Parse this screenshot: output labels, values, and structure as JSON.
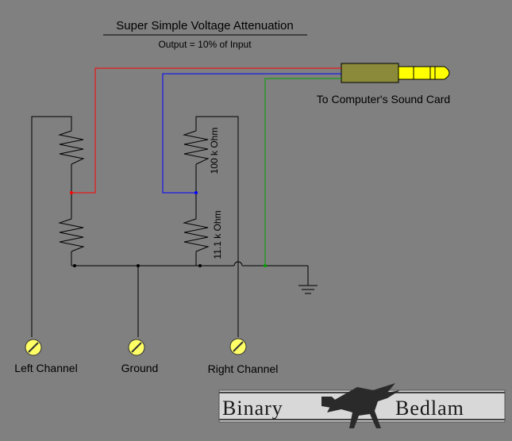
{
  "diagram": {
    "title": "Super Simple Voltage Attenuation",
    "subtitle": "Output = 10% of Input",
    "jack_label": "To Computer's Sound Card",
    "resistor_top_label": "100 k Ohm",
    "resistor_bottom_label": "11.1 k Ohm",
    "terminals": [
      "Left Channel",
      "Ground",
      "Right Channel"
    ]
  },
  "logo": {
    "left_word": "Binary",
    "right_word": "Bedlam"
  },
  "colors": {
    "background": "#808080",
    "wire": "#000000",
    "left_signal": "#ff0000",
    "right_signal": "#0000ff",
    "ground_signal": "#00a000",
    "terminal": "#ffff66",
    "plug_body": "#8a8a3a",
    "plug_tip": "#ffff00"
  }
}
